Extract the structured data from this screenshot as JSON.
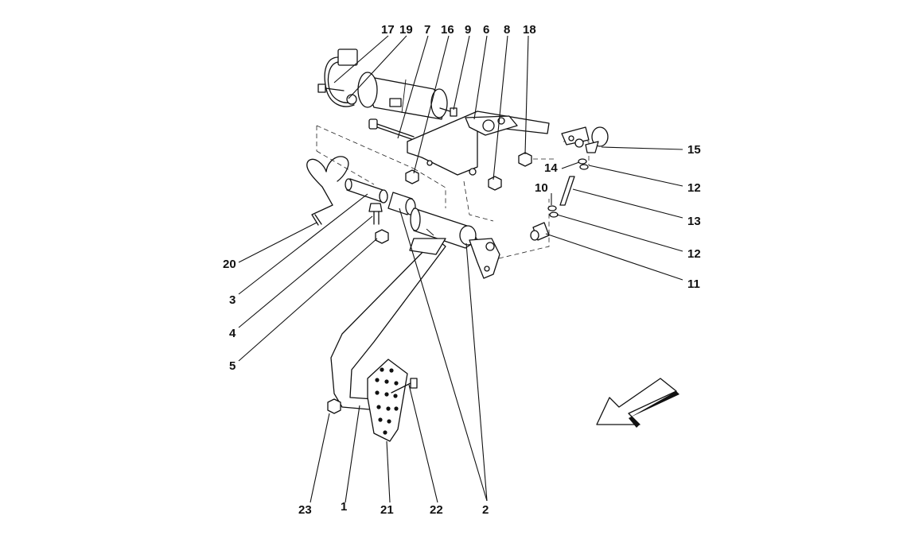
{
  "diagram": {
    "labels": {
      "p1": "1",
      "p2": "2",
      "p3": "3",
      "p4": "4",
      "p5": "5",
      "p6": "6",
      "p7": "7",
      "p8": "8",
      "p9": "9",
      "p10": "10",
      "p11": "11",
      "p12a": "12",
      "p12b": "12",
      "p13": "13",
      "p14": "14",
      "p15": "15",
      "p16": "16",
      "p17": "17",
      "p18": "18",
      "p19": "19",
      "p20": "20",
      "p21": "21",
      "p22": "22",
      "p23": "23"
    },
    "direction_arrow_icon": "arrow-down-left-icon"
  }
}
